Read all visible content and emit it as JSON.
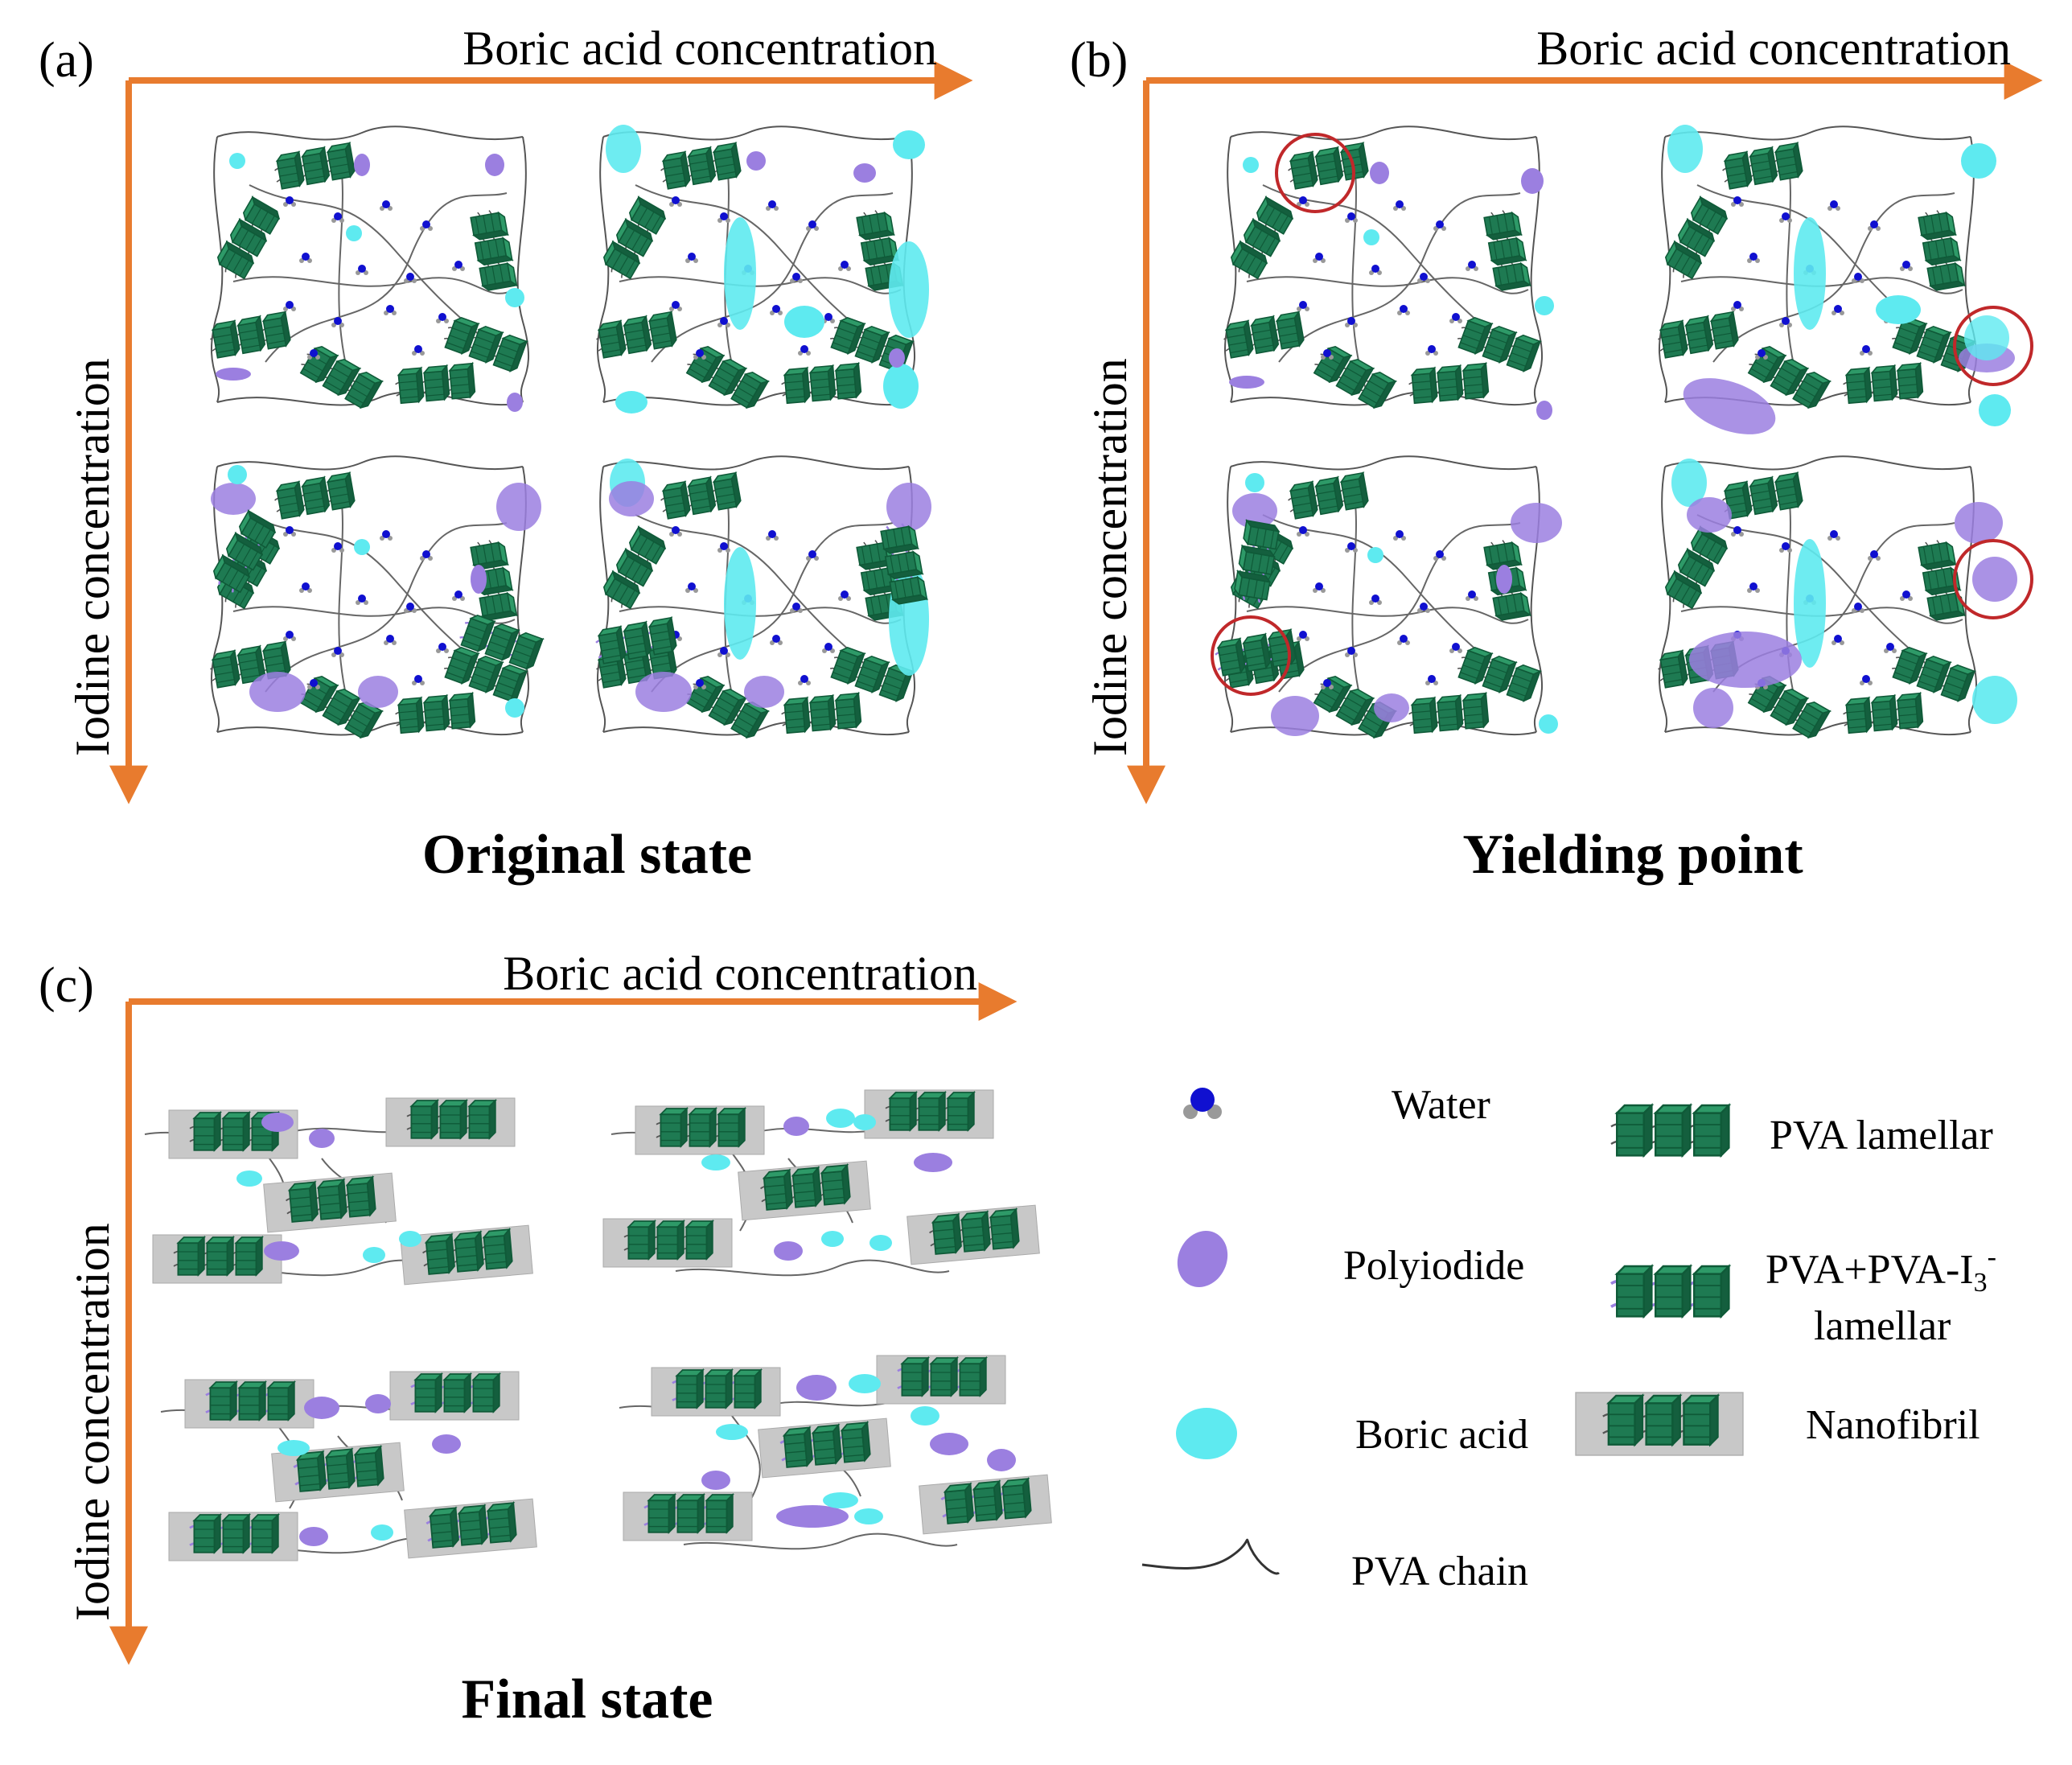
{
  "panels": [
    {
      "id": "a",
      "label": "(a)",
      "x_axis": "Boric acid concentration",
      "y_axis": "Iodine concentration",
      "title": "Original state"
    },
    {
      "id": "b",
      "label": "(b)",
      "x_axis": "Boric acid concentration",
      "y_axis": "Iodine concentration",
      "title": "Yielding point"
    },
    {
      "id": "c",
      "label": "(c)",
      "x_axis": "Boric acid concentration",
      "y_axis": "Iodine concentration",
      "title": "Final state"
    }
  ],
  "legend": {
    "water": "Water",
    "polyiodide": "Polyiodide",
    "boric_acid": "Boric acid",
    "pva_chain": "PVA chain",
    "pva_lamellar": "PVA lamellar",
    "pva_i3_lamellar_line1": "PVA+PVA-I",
    "pva_i3_sub": "3",
    "pva_i3_sup": "-",
    "pva_i3_lamellar_line2": "lamellar",
    "nanofibril": "Nanofibril"
  },
  "colors": {
    "axis_arrow": "#E87B2E",
    "lamella_green": "#1E7A52",
    "lamella_dark": "#0F5A38",
    "water_blue": "#1010D0",
    "polyiodide_purple": "#9B7FE0",
    "boric_cyan": "#5EEAF0",
    "chain_gray": "#555555",
    "nanofibril_box": "#C8C8C8",
    "highlight_circle": "#C0282A"
  },
  "icons": [
    "water-molecule-icon",
    "polyiodide-blob-icon",
    "boric-acid-blob-icon",
    "pva-chain-icon",
    "pva-lamellar-icon",
    "pva-i3-lamellar-icon",
    "nanofibril-icon"
  ]
}
